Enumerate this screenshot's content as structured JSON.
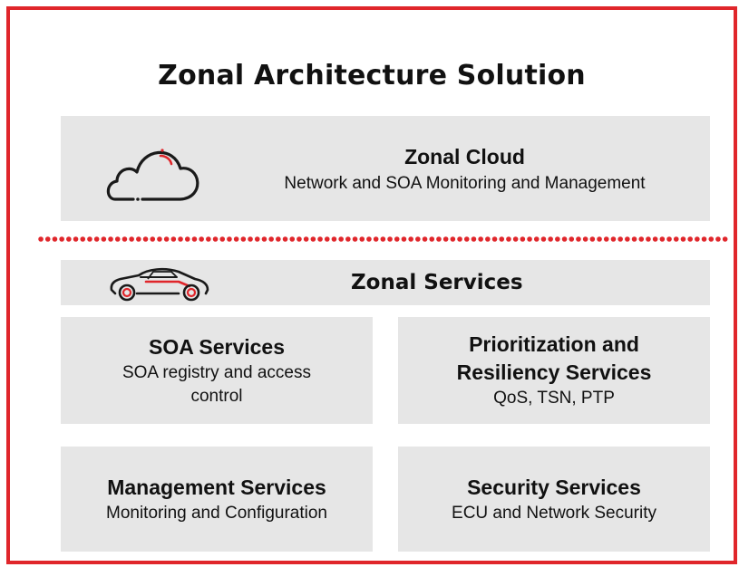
{
  "title": "Zonal Architecture Solution",
  "cloud": {
    "title": "Zonal Cloud",
    "subtitle": "Network and SOA Monitoring and Management",
    "icon": "cloud-icon"
  },
  "services": {
    "title": "Zonal Services",
    "icon": "car-icon",
    "cards": [
      {
        "title": "SOA Services",
        "subtitle_lines": [
          "SOA registry and access",
          "control"
        ]
      },
      {
        "title_lines": [
          "Prioritization and",
          "Resiliency Services"
        ],
        "subtitle": "QoS, TSN, PTP"
      },
      {
        "title": "Management Services",
        "subtitle": "Monitoring and Configuration"
      },
      {
        "title": "Security Services",
        "subtitle": "ECU and Network Security"
      }
    ]
  },
  "colors": {
    "accent": "#e0262b",
    "box_background": "#e6e6e6",
    "text": "#111111"
  }
}
